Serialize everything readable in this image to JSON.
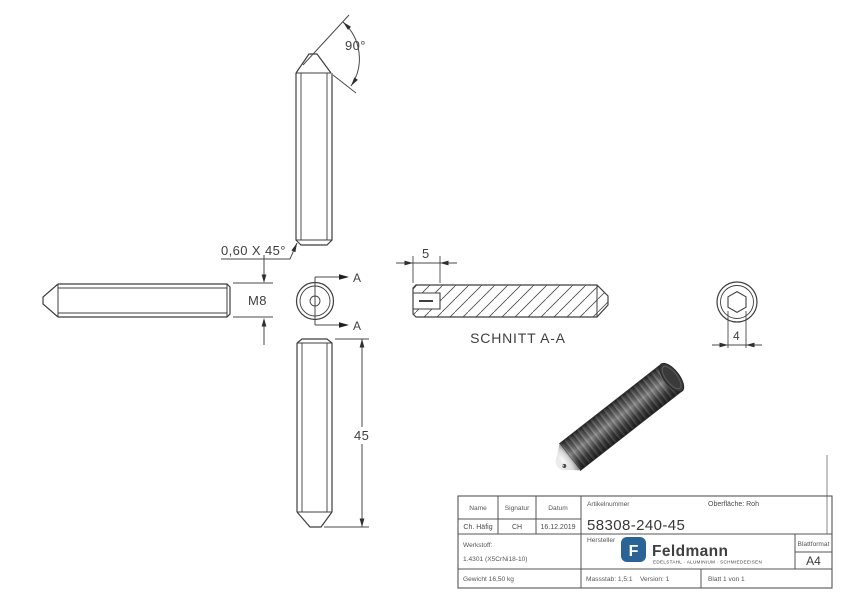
{
  "drawing": {
    "dim_angle": "90°",
    "dim_chamfer": "0,60 X 45°",
    "dim_thread": "M8",
    "dim_socket_depth": "5",
    "dim_hex": "4",
    "dim_length": "45",
    "section_label": "SCHNITT A-A",
    "section_arrow_label": "A"
  },
  "title_block": {
    "col_name": "Name",
    "col_signatur": "Signatur",
    "col_datum": "Datum",
    "val_name": "Ch. Häfig",
    "val_signatur": "CH",
    "val_datum": "16.12.2019",
    "artikelnummer_label": "Artikelnummer",
    "artikelnummer": "58308-240-45",
    "oberflaeche": "Oberfläche: Roh",
    "werkstoff_label": "Werkstoff:",
    "werkstoff": "1.4301 (X5CrNi18-10)",
    "hersteller_label": "Hersteller",
    "logo_initial": "F",
    "logo_text": "Feldmann",
    "logo_tagline": "EDELSTAHL · ALUMINIUM · SCHMIEDEEISEN",
    "blattformat_label": "Blattformat",
    "blattformat_value": "A4",
    "gewicht": "Gewicht 16,50 kg",
    "massstab": "Massstab: 1,5:1",
    "version": "Version: 1",
    "blatt": "Blatt 1 von 1",
    "brand_color": "#2a6496"
  }
}
